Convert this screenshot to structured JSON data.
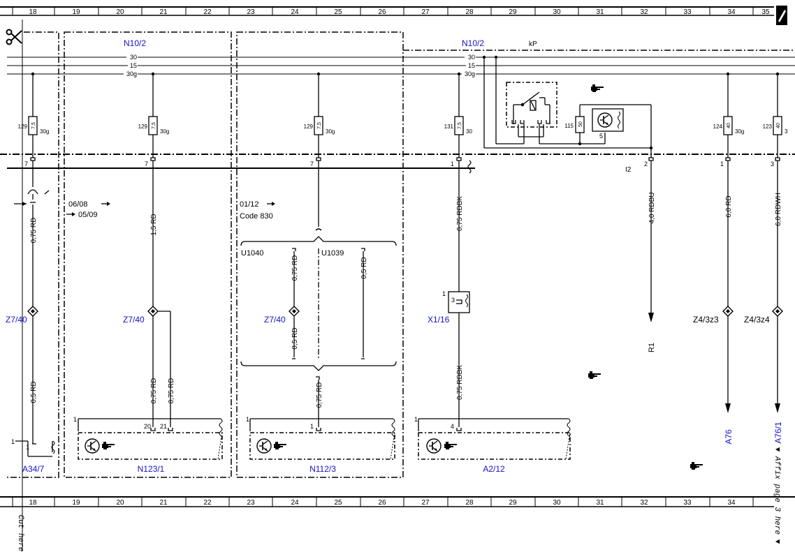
{
  "grid": {
    "columns": [
      "18",
      "19",
      "20",
      "21",
      "22",
      "23",
      "24",
      "25",
      "26",
      "27",
      "28",
      "29",
      "30",
      "31",
      "32",
      "33",
      "34",
      "35"
    ]
  },
  "bus": {
    "lines": [
      "30",
      "15",
      "30g"
    ],
    "module_left": "N10/2",
    "module_right": "N10/2",
    "kp_label": "kP"
  },
  "fuses": [
    {
      "id": "f129a",
      "number": "129",
      "rating": "7,5",
      "terminal": "30g"
    },
    {
      "id": "f129b",
      "number": "129",
      "rating": "7,5",
      "terminal": "30g"
    },
    {
      "id": "f129c",
      "number": "129",
      "rating": "7,5",
      "terminal": "30g"
    },
    {
      "id": "f131",
      "number": "131",
      "rating": "7,5",
      "terminal": "30"
    },
    {
      "id": "f115",
      "number": "115",
      "rating": "50",
      "terminal": ""
    },
    {
      "id": "f124",
      "number": "124",
      "rating": "40",
      "terminal": "30g"
    },
    {
      "id": "f123",
      "number": "123",
      "rating": "40",
      "terminal": "3"
    }
  ],
  "relay_pin": "5",
  "connector_pins": {
    "p1": "7",
    "p2": "7",
    "p3": "7",
    "p4": "1",
    "p5": "2",
    "p6": "1",
    "p7": "3",
    "i2": "I2"
  },
  "wires": {
    "w1": "0,75 RD",
    "w2": "0,5 RD",
    "w3": "1,5 RD",
    "w4": "0,75 RD",
    "w5": "0,75 RD",
    "w6": "0,75 RD",
    "w7": "0,5 RD",
    "w8": "0,5 RD",
    "w9": "0,75 RD",
    "w10": "0,75 RDBK",
    "w11": "0,75 RDBK",
    "w12": "4,0 RDBU",
    "w13": "6,0 RD",
    "w14": "6,0 RDWH"
  },
  "notes": {
    "date_from_1": "06/08",
    "date_to_1": "05/09",
    "date_from_2": "01/12",
    "code": "Code 830",
    "variant_1": "U1040",
    "variant_2": "U1039"
  },
  "splices": {
    "s1": "Z7/40",
    "s2": "Z7/40",
    "s3": "Z7/40",
    "s4": "Z4/3z3",
    "s5": "Z4/3z4",
    "conn": "X1/16",
    "conn_pin_a": "1",
    "conn_pin_b": "3"
  },
  "components": {
    "c1": {
      "name": "A34/7",
      "pin": "1",
      "pin_b": "1"
    },
    "c2": {
      "name": "N123/1",
      "pin_a": "1",
      "pin_b": "20",
      "pin_c": "21"
    },
    "c3": {
      "name": "N112/3",
      "pin_a": "1",
      "pin_b": "1"
    },
    "c4": {
      "name": "A2/12",
      "pin_a": "1",
      "pin_b": "4"
    },
    "ref_a76": "A76",
    "ref_a761": "A76/1",
    "ref_r1": "R1"
  },
  "side_text": {
    "cut": "Cut here",
    "affix": "▼ Affix page 3 here ▼"
  },
  "icons": [
    "scissors-icon",
    "pointing-hand-icon",
    "transistor-icon",
    "relay-icon",
    "page-corner-icon",
    "arrow-right-icon"
  ]
}
